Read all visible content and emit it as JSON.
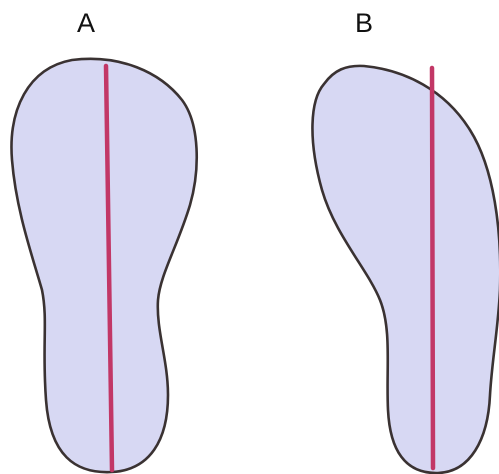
{
  "panels": [
    {
      "label": "A",
      "shape": "foot-outline",
      "midline": "straight"
    },
    {
      "label": "B",
      "shape": "foot-outline",
      "midline": "straight"
    }
  ],
  "colors": {
    "fill": "#d7d8f3",
    "outline": "#3a3232",
    "midline": "#c23766",
    "background": "#ffffff"
  }
}
